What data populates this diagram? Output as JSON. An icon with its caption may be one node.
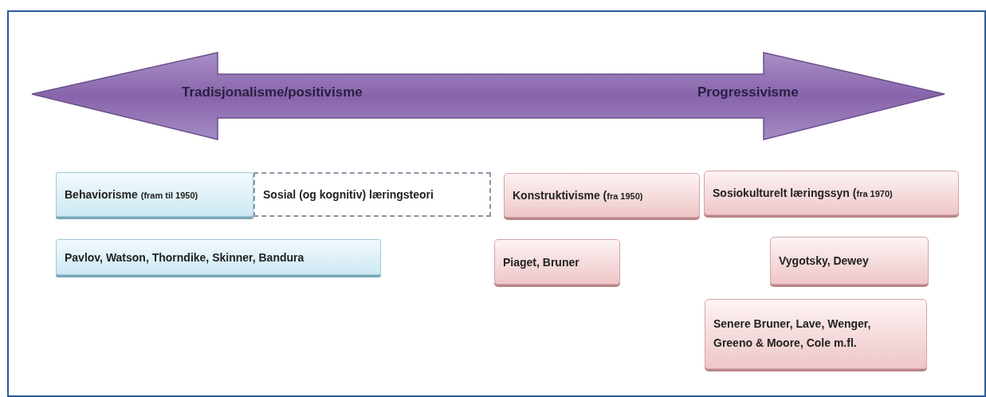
{
  "diagram": {
    "nodes": [
      {
        "text": [
          "Tradisjonalisme/positivisme",
          "Progressivisme"
        ]
      },
      {
        "text": [
          "Behaviorisme",
          "(fram til 1950)"
        ]
      },
      {
        "text": [
          "Sosial (og kognitiv) læringsteori"
        ]
      },
      {
        "text": [
          "Konstruktivisme (",
          "fra 1950)"
        ]
      },
      {
        "text": [
          "Sosiokulturelt læringssyn (",
          "fra 1970)"
        ]
      },
      {
        "text": [
          "Pavlov, Watson, Thorndike, Skinner, Bandura"
        ]
      },
      {
        "text": [
          "Piaget, Bruner"
        ]
      },
      {
        "text": [
          "Vygotsky, Dewey"
        ]
      },
      {
        "text": [
          "Senere Bruner, Lave, Wenger, Greeno & Moore, Cole m.fl."
        ]
      }
    ]
  }
}
